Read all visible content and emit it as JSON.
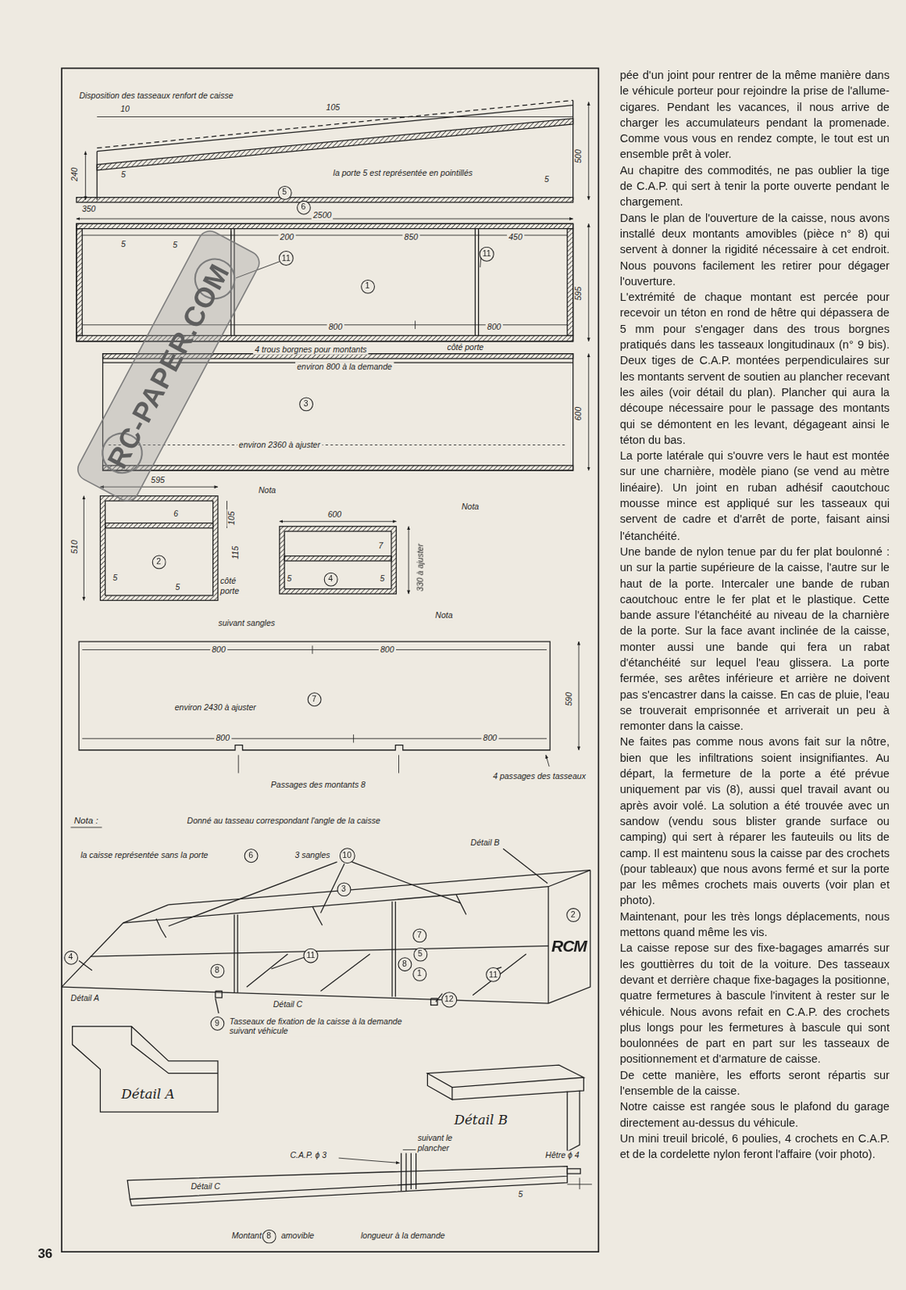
{
  "diagram": {
    "nodes": [
      {
        "text": [
          "5"
        ]
      },
      {
        "text": [
          "6"
        ]
      },
      {
        "text": [
          "11"
        ]
      },
      {
        "text": [
          "11"
        ]
      },
      {
        "text": [
          "1"
        ]
      },
      {
        "text": [
          "3"
        ]
      },
      {
        "text": [
          "2"
        ]
      },
      {
        "text": [
          "4"
        ]
      },
      {
        "text": [
          "7"
        ]
      },
      {
        "text": [
          "6"
        ]
      },
      {
        "text": [
          "10"
        ]
      },
      {
        "text": [
          "3"
        ]
      },
      {
        "text": [
          "2"
        ]
      },
      {
        "text": [
          "7"
        ]
      },
      {
        "text": [
          "5"
        ]
      },
      {
        "text": [
          "4"
        ]
      },
      {
        "text": [
          "8"
        ]
      },
      {
        "text": [
          "8"
        ]
      },
      {
        "text": [
          "11"
        ]
      },
      {
        "text": [
          "1"
        ]
      },
      {
        "text": [
          "11"
        ]
      },
      {
        "text": [
          "12"
        ]
      },
      {
        "text": [
          "9"
        ]
      },
      {
        "text": [
          "8"
        ]
      }
    ],
    "labels": [
      "pée d'un joint pour rentrer de la même manière dans le véhicule porteur pour rejoindre la prise de l'allume-cigares. Pendant les vacances, il nous arrive de charger les accumulateurs pendant la promenade. Comme vous vous en rendez compte, le tout est un ensemble prêt à voler.",
      "Au chapitre des commodités, ne pas oublier la tige de C.A.P. qui sert à tenir la porte ouverte pendant le chargement.",
      "Dans le plan de l'ouverture de la caisse, nous avons installé deux montants amovibles (pièce n° 8) qui servent à donner la rigidité nécessaire à cet endroit. Nous pouvons facilement les retirer pour dégager l'ouverture.",
      "L'extrémité de chaque montant est percée pour recevoir un téton en rond de hêtre qui dépassera de 5 mm pour s'engager dans des trous borgnes pratiqués dans les tasseaux longitudinaux (n° 9 bis). Deux tiges de C.A.P. montées perpendiculaires sur les montants servent de soutien au plancher recevant les ailes (voir détail du plan). Plancher qui aura la découpe nécessaire pour le passage des montants qui se démontent en les levant, dégageant ainsi le téton du bas.",
      "La porte latérale qui s'ouvre vers le haut est montée sur une charnière, modèle piano (se vend au mètre linéaire). Un joint en ruban adhésif caoutchouc mousse mince est appliqué sur les tasseaux qui servent de cadre et d'arrêt de porte, faisant ainsi l'étanchéité.",
      "Une bande de nylon tenue par du fer plat boulonné : un sur la partie supérieure de la caisse, l'autre sur le haut de la porte. Intercaler une bande de ruban caoutchouc entre le fer plat et le plastique. Cette bande assure l'étanchéité au niveau de la charnière de la porte. Sur la face avant inclinée de la caisse, monter aussi une bande qui fera un rabat d'étanchéité sur lequel l'eau glissera. La porte fermée, ses arêtes inférieure et arrière ne doivent pas s'encastrer dans la caisse. En cas de pluie, l'eau se trouverait emprisonnée et arriverait un peu à remonter dans la caisse.",
      "Ne faites pas comme nous avons fait sur la nôtre, bien que les infiltrations soient insignifiantes. Au départ, la fermeture de la porte a été prévue uniquement par vis (8), aussi quel travail avant ou après avoir volé. La solution a été trouvée avec un sandow (vendu sous blister grande surface ou camping) qui sert à réparer les fauteuils ou lits de camp. Il est maintenu sous la caisse par des crochets (pour tableaux) que nous avons fermé et sur la porte par les mêmes crochets mais ouverts (voir plan et photo).",
      "Maintenant, pour les très longs déplacements, nous mettons quand même les vis.",
      "La caisse repose sur des fixe-bagages amarrés sur les gouttièrres du toit de la voiture. Des tasseaux devant et derrière chaque fixe-bagages la positionne, quatre fermetures à bascule l'invitent à rester sur le véhicule. Nous avons refait en C.A.P. des crochets plus longs pour les fermetures à bascule qui sont boulonnées de part en part sur les tasseaux de positionnement et d'armature de caisse.",
      "De cette manière, les efforts seront répartis sur l'ensemble de la caisse.",
      "Notre caisse est rangée sous le plafond du garage directement au-dessus du véhicule.",
      "Un mini treuil bricolé, 6 poulies, 4 crochets en C.A.P. et de la cordelette nylon feront l'affaire (voir photo).",
      "36",
      "RC-PAPER.COM",
      "Disposition des tasseaux renfort de caisse",
      "10",
      "105",
      "500",
      "240",
      "5",
      "la porte 5 est représentée en pointillés",
      "5",
      "350",
      "2500",
      "5",
      "5",
      "200",
      "850",
      "450",
      "595",
      "800",
      "800",
      "4 trous borgnes pour montants",
      "côté porte",
      "environ 800 à la demande",
      "600",
      "environ 2360 à ajuster",
      "595",
      "Nota",
      "6",
      "105",
      "Nota",
      "600",
      "510",
      "115",
      "7",
      "5",
      "5",
      "côté porte",
      "5",
      "5",
      "330 à ajuster",
      "suivant sangles",
      "Nota",
      "800",
      "800",
      "environ 2430 à ajuster",
      "590",
      "800",
      "800",
      "Passages des montants 8",
      "4 passages des tasseaux",
      "Nota :",
      "Donné au tasseau correspondant l'angle de la caisse",
      "la caisse représentée sans la porte",
      "3 sangles",
      "Détail B",
      "RCM",
      "Détail A",
      "Détail C",
      "Tasseaux de fixation de la caisse à la demande suivant véhicule",
      "Détail A",
      "Détail B",
      "C.A.P. ϕ 3",
      "suivant le plancher",
      "Hêtre ϕ 4",
      "5",
      "Détail C",
      "Montant",
      "amovible",
      "longueur à la demande"
    ]
  }
}
